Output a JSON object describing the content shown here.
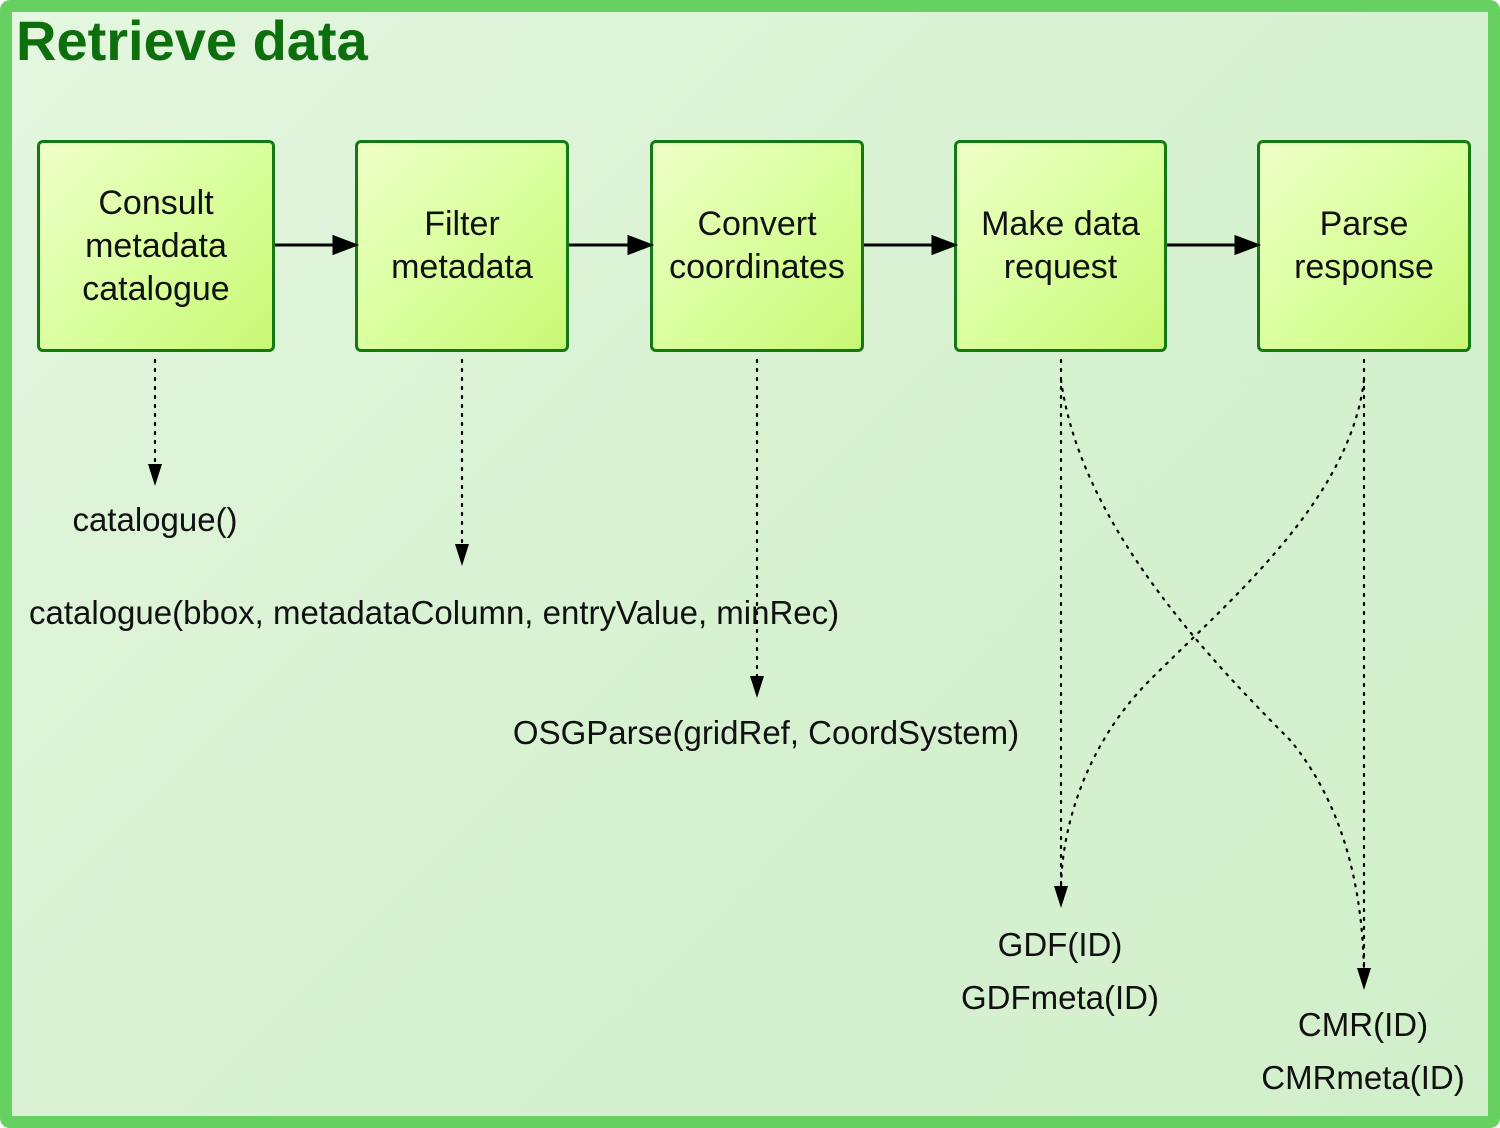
{
  "title": "Retrieve data",
  "steps": [
    {
      "label": "Consult metadata catalogue"
    },
    {
      "label": "Filter metadata"
    },
    {
      "label": "Convert coordinates"
    },
    {
      "label": "Make data request"
    },
    {
      "label": "Parse response"
    }
  ],
  "functions": {
    "catalogue": "catalogue()",
    "catalogue_filter": "catalogue(bbox, metadataColumn, entryValue, minRec)",
    "osgparse": "OSGParse(gridRef, CoordSystem)",
    "gdf": "GDF(ID)",
    "gdfmeta": "GDFmeta(ID)",
    "cmr": "CMR(ID)",
    "cmrmeta": "CMRmeta(ID)"
  },
  "colors": {
    "frame_border": "#66d160",
    "title": "#0d6e0d",
    "box_border": "#137a13",
    "box_fill": "#d6ff96"
  }
}
